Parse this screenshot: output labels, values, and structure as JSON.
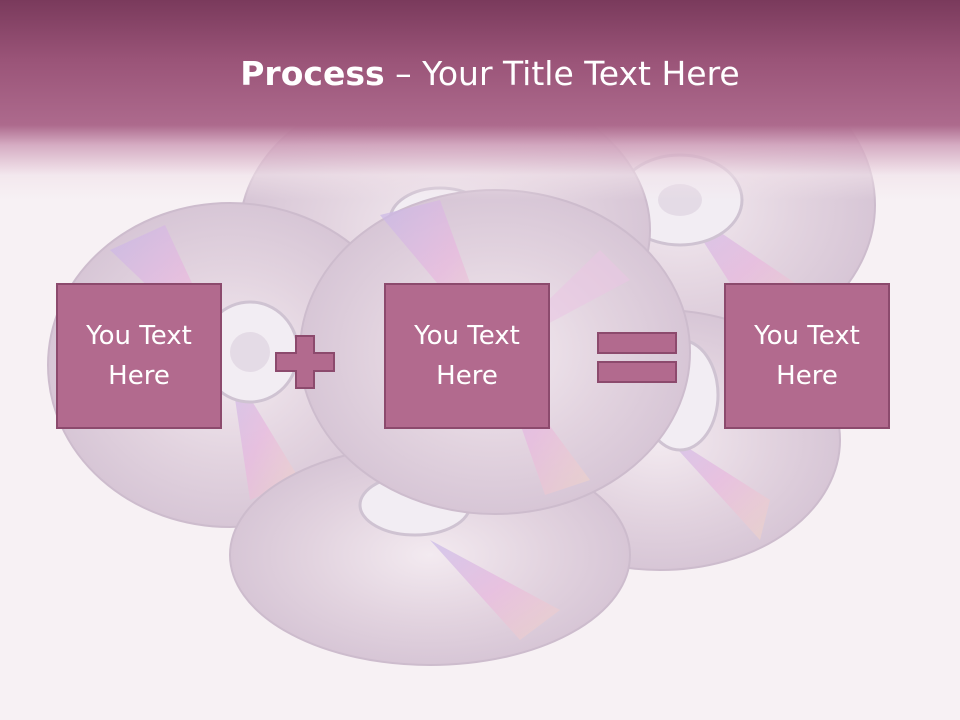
{
  "slide": {
    "title_bold": "Process",
    "title_dash": " – ",
    "title_rest": "Your Title Text Here",
    "boxes": [
      {
        "line1": "You Text",
        "line2": "Here"
      },
      {
        "line1": "You Text",
        "line2": "Here"
      },
      {
        "line1": "You Text",
        "line2": "Here"
      }
    ],
    "operators": [
      "plus-icon",
      "equals-icon"
    ]
  },
  "colors": {
    "header": "#9a5478",
    "box_fill": "#b26a8e",
    "box_border": "#8c4a6d",
    "background": "#f7f1f4"
  }
}
